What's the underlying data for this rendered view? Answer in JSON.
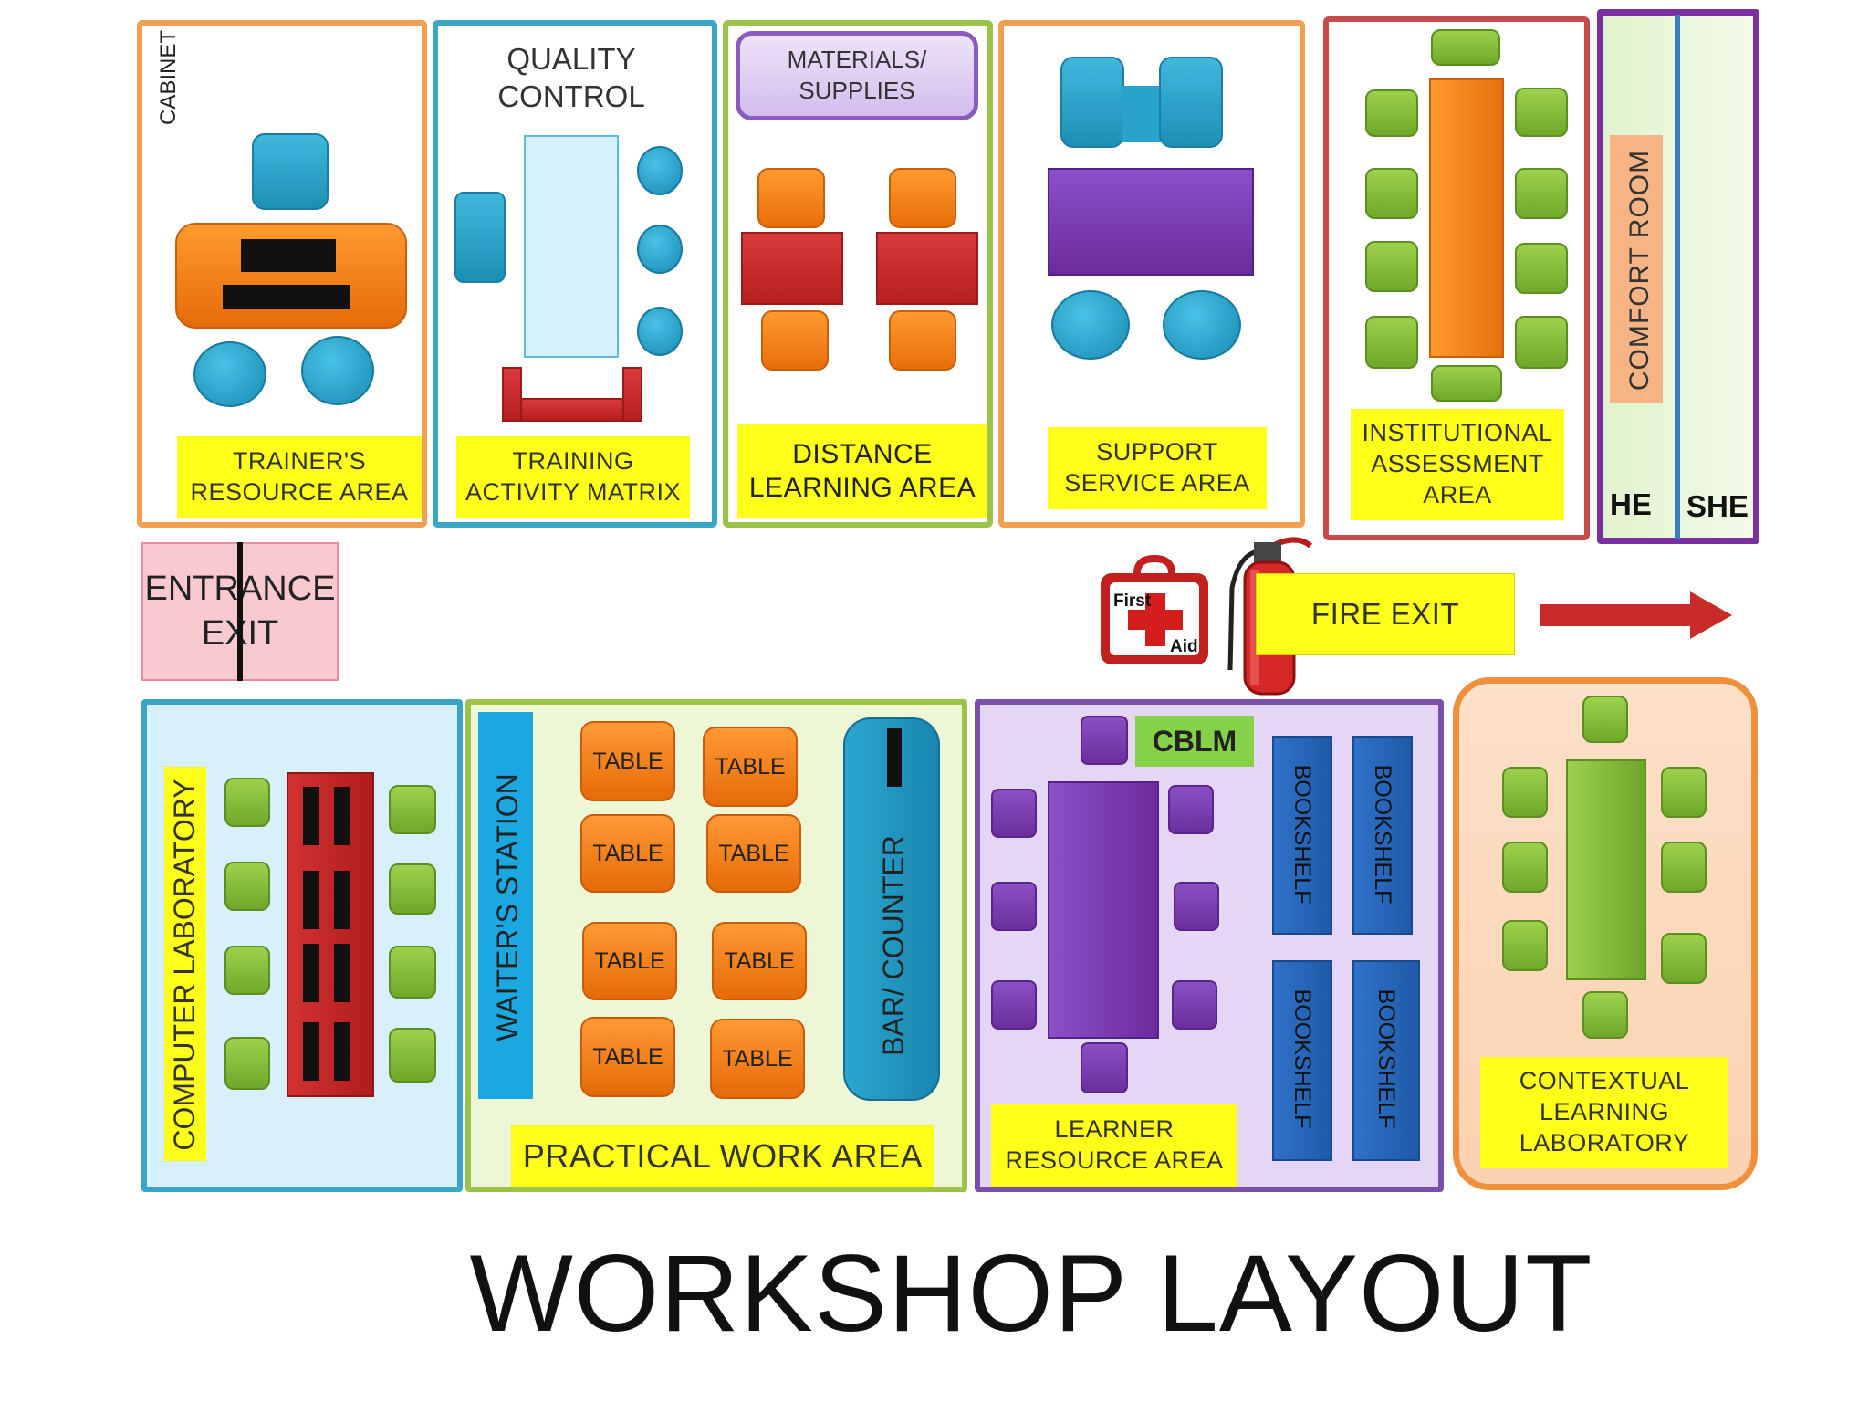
{
  "title": "WORKSHOP LAYOUT",
  "zones": {
    "trainers_resource": {
      "label": "TRAINER'S\nRESOURCE AREA",
      "cabinet": "CABINET"
    },
    "quality_control": {
      "heading": "QUALITY\nCONTROL",
      "label": "TRAINING\nACTIVITY MATRIX"
    },
    "distance_learning": {
      "materials": "MATERIALS/\nSUPPLIES",
      "label": "DISTANCE\nLEARNING AREA"
    },
    "support_service": {
      "label": "SUPPORT\nSERVICE AREA"
    },
    "institutional_assessment": {
      "label": "INSTITUTIONAL\nASSESSMENT\nAREA"
    },
    "comfort_room": {
      "label": "COMFORT ROOM",
      "he": "HE",
      "she": "SHE"
    },
    "entrance": {
      "label": "ENTRANCE\nEXIT"
    },
    "fire_exit": {
      "label": "FIRE EXIT",
      "first_aid": "First",
      "aid": "Aid"
    },
    "computer_lab": {
      "label": "COMPUTER LABORATORY"
    },
    "practical_work": {
      "label": "PRACTICAL WORK AREA",
      "waiters_station": "WAITER'S STATION",
      "bar_counter": "BAR/ COUNTER",
      "tables": [
        "TABLE",
        "TABLE",
        "TABLE",
        "TABLE",
        "TABLE",
        "TABLE",
        "TABLE",
        "TABLE"
      ]
    },
    "learner_resource": {
      "label": "LEARNER\nRESOURCE AREA",
      "cblm": "CBLM",
      "bookshelves": [
        "BOOKSHELF",
        "BOOKSHELF",
        "BOOKSHELF",
        "BOOKSHELF"
      ]
    },
    "contextual_learning": {
      "label": "CONTEXTUAL\nLEARNING\nLABORATORY"
    }
  },
  "colors": {
    "label_yellow": "#ffff1a",
    "orange_border": "#f0a050",
    "blue_border": "#3aa6c6",
    "green_border": "#9cc24a",
    "red_border": "#c84a4a",
    "purple_border": "#7a2fa0",
    "lab_bg": "#d8f0fb",
    "practical_bg": "#edf7d6",
    "learner_bg": "#e4d6f4",
    "contextual_bg": "#fde0c8"
  }
}
